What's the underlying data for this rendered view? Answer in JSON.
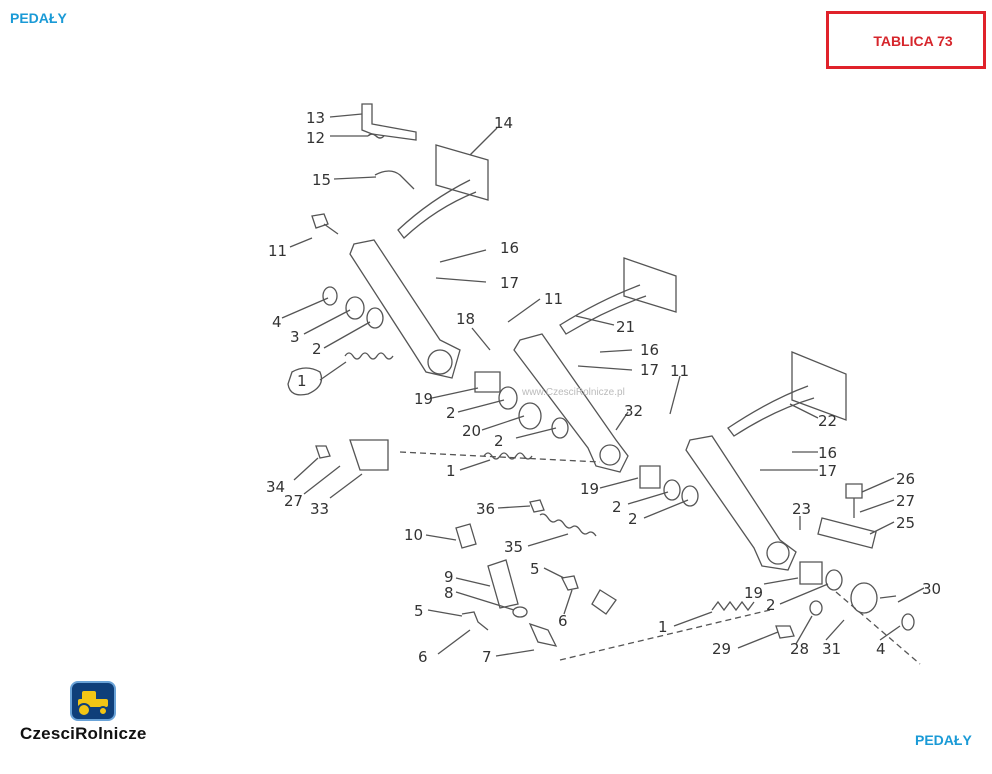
{
  "header": {
    "title_left": "PEDAŁY",
    "title_right": "PEDAŁY",
    "plate": "TABLICA 73"
  },
  "watermark": "www.CzesciRolnicze.pl",
  "logo": {
    "text": "CzesciRolnicze"
  },
  "colors": {
    "accent": "#1a9ad6",
    "plate_border": "#e0222a",
    "plate_text": "#d6262c",
    "line": "#555555"
  },
  "labels": [
    {
      "id": "13",
      "text": "13"
    },
    {
      "id": "12",
      "text": "12"
    },
    {
      "id": "14",
      "text": "14"
    },
    {
      "id": "15",
      "text": "15"
    },
    {
      "id": "11a",
      "text": "11"
    },
    {
      "id": "16a",
      "text": "16"
    },
    {
      "id": "17a",
      "text": "17"
    },
    {
      "id": "4a",
      "text": "4"
    },
    {
      "id": "3",
      "text": "3"
    },
    {
      "id": "2a",
      "text": "2"
    },
    {
      "id": "18",
      "text": "18"
    },
    {
      "id": "11b",
      "text": "11"
    },
    {
      "id": "21",
      "text": "21"
    },
    {
      "id": "1a",
      "text": "1"
    },
    {
      "id": "16b",
      "text": "16"
    },
    {
      "id": "17b",
      "text": "17"
    },
    {
      "id": "19a",
      "text": "19"
    },
    {
      "id": "2b",
      "text": "2"
    },
    {
      "id": "20",
      "text": "20"
    },
    {
      "id": "32",
      "text": "32"
    },
    {
      "id": "11c",
      "text": "11"
    },
    {
      "id": "22",
      "text": "22"
    },
    {
      "id": "2c",
      "text": "2"
    },
    {
      "id": "34",
      "text": "34"
    },
    {
      "id": "27a",
      "text": "27"
    },
    {
      "id": "33",
      "text": "33"
    },
    {
      "id": "1b",
      "text": "1"
    },
    {
      "id": "16c",
      "text": "16"
    },
    {
      "id": "17c",
      "text": "17"
    },
    {
      "id": "19b",
      "text": "19"
    },
    {
      "id": "2d",
      "text": "2"
    },
    {
      "id": "2e",
      "text": "2"
    },
    {
      "id": "26",
      "text": "26"
    },
    {
      "id": "27b",
      "text": "27"
    },
    {
      "id": "25",
      "text": "25"
    },
    {
      "id": "23",
      "text": "23"
    },
    {
      "id": "36",
      "text": "36"
    },
    {
      "id": "10",
      "text": "10"
    },
    {
      "id": "35",
      "text": "35"
    },
    {
      "id": "9",
      "text": "9"
    },
    {
      "id": "5a",
      "text": "5"
    },
    {
      "id": "8",
      "text": "8"
    },
    {
      "id": "5b",
      "text": "5"
    },
    {
      "id": "6a",
      "text": "6"
    },
    {
      "id": "6b",
      "text": "6"
    },
    {
      "id": "7",
      "text": "7"
    },
    {
      "id": "1c",
      "text": "1"
    },
    {
      "id": "19c",
      "text": "19"
    },
    {
      "id": "2f",
      "text": "2"
    },
    {
      "id": "30",
      "text": "30"
    },
    {
      "id": "29",
      "text": "29"
    },
    {
      "id": "28",
      "text": "28"
    },
    {
      "id": "31",
      "text": "31"
    },
    {
      "id": "4b",
      "text": "4"
    }
  ]
}
